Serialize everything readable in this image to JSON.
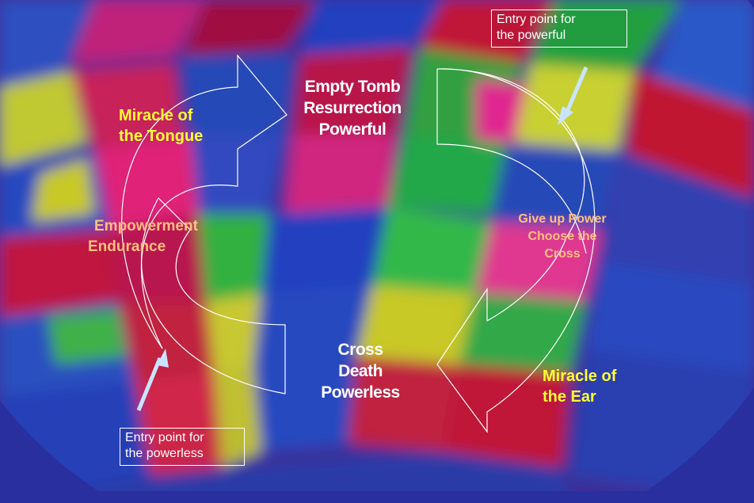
{
  "colors": {
    "background": "#2a2fa0",
    "white_text": "#ffffff",
    "yellow_text": "#ffff33",
    "orange_text": "#ffc080",
    "arrow_outline": "#ffffff",
    "pointer_arrow": "#c8e4ff"
  },
  "top_center": {
    "lines": [
      "Empty Tomb",
      "Resurrection",
      "Powerful"
    ]
  },
  "bottom_center": {
    "lines": [
      "Cross",
      "Death",
      "Powerless"
    ]
  },
  "left_top": {
    "lines": [
      "Miracle of",
      "the Tongue"
    ]
  },
  "left_mid": {
    "lines": [
      "Empowerment",
      "Endurance"
    ]
  },
  "right_mid": {
    "lines": [
      "Give up Power",
      "Choose the",
      "Cross"
    ]
  },
  "right_bottom": {
    "lines": [
      "Miracle of",
      "the Ear"
    ]
  },
  "entry_powerful": {
    "lines": [
      "Entry point for",
      "the powerful"
    ]
  },
  "entry_powerless": {
    "lines": [
      "Entry point for",
      "the powerless"
    ]
  }
}
